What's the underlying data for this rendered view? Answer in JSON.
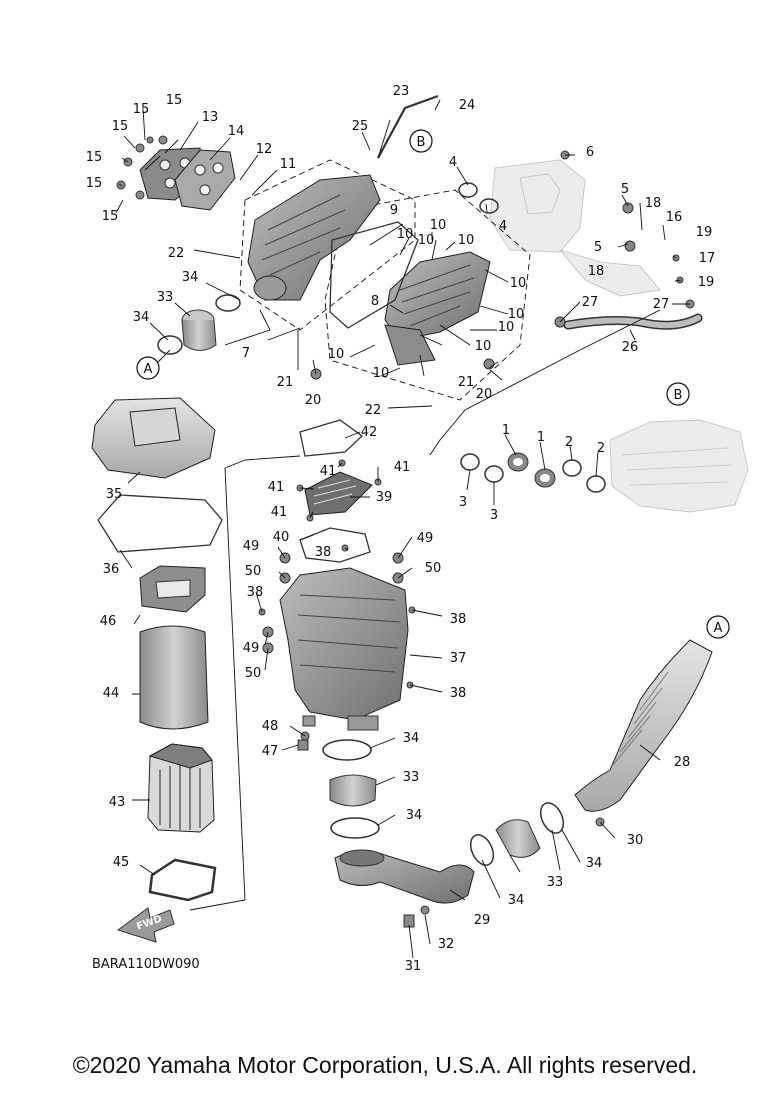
{
  "diagram": {
    "code": "BARA110DW090",
    "fwd_label": "FWD",
    "ref_a": "A",
    "ref_b": "B",
    "callouts": {
      "c1a": "1",
      "c1b": "1",
      "c2a": "2",
      "c2b": "2",
      "c3a": "3",
      "c3b": "3",
      "c4a": "4",
      "c4b": "4",
      "c5a": "5",
      "c5b": "5",
      "c6": "6",
      "c7": "7",
      "c8": "8",
      "c9": "9",
      "c10a": "10",
      "c10b": "10",
      "c10c": "10",
      "c10d": "10",
      "c10e": "10",
      "c10f": "10",
      "c10g": "10",
      "c10h": "10",
      "c10i": "10",
      "c10j": "10",
      "c11": "11",
      "c12": "12",
      "c13": "13",
      "c14": "14",
      "c15a": "15",
      "c15b": "15",
      "c15c": "15",
      "c15d": "15",
      "c15e": "15",
      "c15f": "15",
      "c16": "16",
      "c17": "17",
      "c18a": "18",
      "c18b": "18",
      "c19a": "19",
      "c19b": "19",
      "c20a": "20",
      "c20b": "20",
      "c21a": "21",
      "c21b": "21",
      "c22a": "22",
      "c22b": "22",
      "c23": "23",
      "c24": "24",
      "c25": "25",
      "c26": "26",
      "c27a": "27",
      "c27b": "27",
      "c28": "28",
      "c29": "29",
      "c30": "30",
      "c31": "31",
      "c32": "32",
      "c33a": "33",
      "c33b": "33",
      "c33c": "33",
      "c34a": "34",
      "c34b": "34",
      "c34c": "34",
      "c34d": "34",
      "c34e": "34",
      "c34f": "34",
      "c35": "35",
      "c36": "36",
      "c37": "37",
      "c38a": "38",
      "c38b": "38",
      "c38c": "38",
      "c38d": "38",
      "c39": "39",
      "c40": "40",
      "c41a": "41",
      "c41b": "41",
      "c41c": "41",
      "c41d": "41",
      "c42": "42",
      "c43": "43",
      "c44": "44",
      "c45": "45",
      "c46": "46",
      "c47": "47",
      "c48": "48",
      "c49a": "49",
      "c49b": "49",
      "c49c": "49",
      "c50a": "50",
      "c50b": "50",
      "c50c": "50"
    }
  },
  "footer": {
    "copyright": "©2020 Yamaha Motor Corporation, U.S.A. All rights reserved."
  }
}
